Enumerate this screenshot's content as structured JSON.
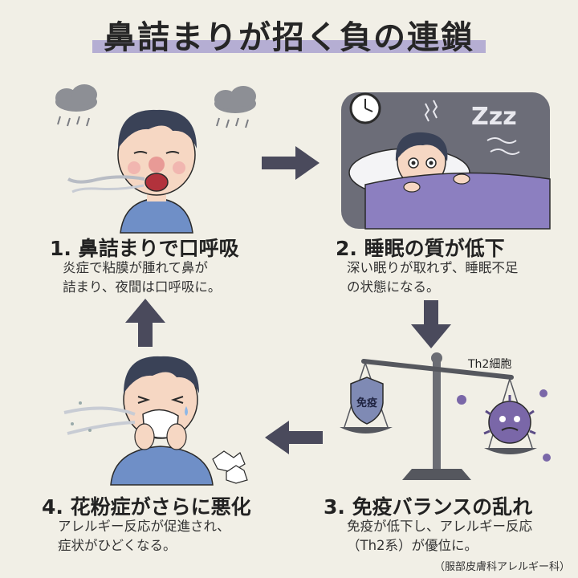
{
  "title": "鼻詰まりが招く負の連鎖",
  "steps": [
    {
      "heading": "1. 鼻詰まりで口呼吸",
      "desc_line1": "炎症で粘膜が腫れて鼻が",
      "desc_line2": "詰まり、夜間は口呼吸に。"
    },
    {
      "heading": "2. 睡眠の質が低下",
      "desc_line1": "深い眠りが取れず、睡眠不足",
      "desc_line2": "の状態になる。"
    },
    {
      "heading": "3. 免疫バランスの乱れ",
      "desc_line1": "免疫が低下し、アレルギー反応",
      "desc_line2": "（Th2系）が優位に。"
    },
    {
      "heading": "4. 花粉症がさらに悪化",
      "desc_line1": "アレルギー反応が促進され、",
      "desc_line2": "症状がひどくなる。"
    }
  ],
  "scale": {
    "left_label": "免疫",
    "right_label": "Th2細胞"
  },
  "sleep_zzz": "Zzz",
  "footer": "（服部皮膚科アレルギー科）",
  "colors": {
    "arrow": "#4a4a5c",
    "accent_purple": "#7a67a8",
    "title_underline": "#b5aed3",
    "background": "#f1efe6"
  },
  "icons": [
    "rain-cloud-icon",
    "clock-icon",
    "balance-scale-icon",
    "shield-icon",
    "virus-icon",
    "arrow-right-icon",
    "arrow-down-icon",
    "arrow-left-icon",
    "arrow-up-icon"
  ]
}
